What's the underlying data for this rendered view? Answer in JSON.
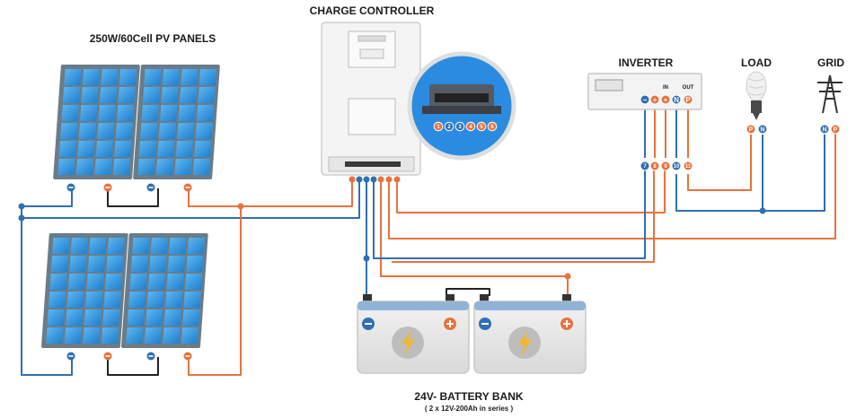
{
  "labels": {
    "panels_title": "250W/60Cell PV PANELS",
    "controller_title": "CHARGE CONTROLLER",
    "inverter_title": "INVERTER",
    "load_title": "LOAD",
    "grid_title": "GRID",
    "battery_title": "24V- BATTERY BANK",
    "battery_subtitle": "( 2 x 12V-200Ah in series )",
    "inverter_in": "IN",
    "inverter_out": "OUT"
  },
  "terminals": {
    "controller_zoom": [
      "1",
      "2",
      "3",
      "4",
      "5",
      "6"
    ],
    "inverter_wire": [
      "7",
      "8",
      "9",
      "10",
      "11"
    ],
    "load": [
      "P",
      "N"
    ],
    "grid": [
      "N",
      "P"
    ],
    "inverter_top": [
      "−",
      "+",
      "+",
      "N",
      "P"
    ]
  },
  "colors": {
    "positive_wire": "#e8723d",
    "negative_wire": "#2f6fb5",
    "link_wire": "#222222",
    "panel_cell": "#2f8fd8",
    "panel_frame": "#6b7c88"
  }
}
